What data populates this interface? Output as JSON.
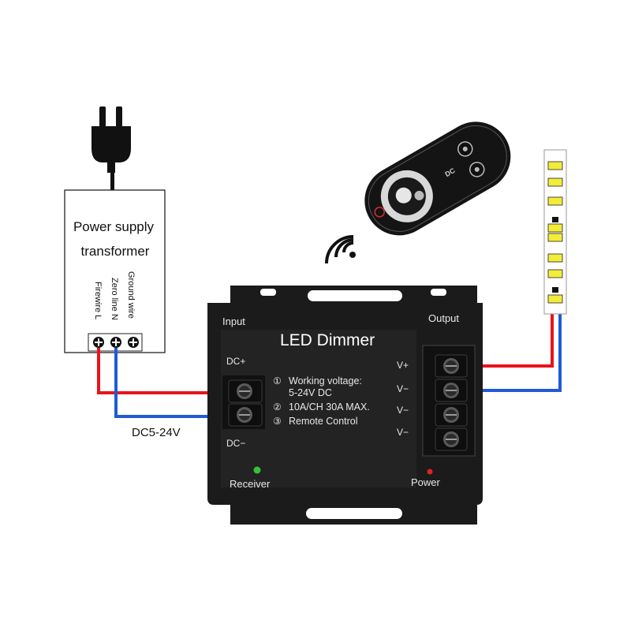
{
  "power_supply": {
    "title_line1": "Power supply",
    "title_line2": "transformer",
    "terminals": [
      "Firewire L",
      "Zero line N",
      "Ground wire"
    ]
  },
  "dimmer": {
    "title": "LED Dimmer",
    "input_label": "Input",
    "output_label": "Output",
    "dc_plus": "DC+",
    "dc_minus": "DC−",
    "spec_1a": "Working voltage:",
    "spec_1b": "5-24V DC",
    "spec_2": "10A/CH 30A MAX.",
    "spec_3": "Remote Control",
    "spec_markers": [
      "①",
      "②",
      "③"
    ],
    "output_pins": [
      "V+",
      "V−",
      "V−",
      "V−"
    ],
    "receiver_label": "Receiver",
    "power_label": "Power"
  },
  "supply_voltage_label": "DC5-24V",
  "remote": {
    "brand_mark": "DC"
  },
  "colors": {
    "live_wire": "#e8141b",
    "neutral_wire": "#1f5bd6",
    "device_body": "#1b1b1b",
    "receiver_led": "#35c23a",
    "power_led": "#e0241b",
    "led_chip": "#f3ec3a"
  },
  "icons": {
    "plug": "power-plug-icon",
    "wireless": "wireless-signal-icon",
    "remote": "touch-remote-icon",
    "strip": "led-strip-icon"
  }
}
